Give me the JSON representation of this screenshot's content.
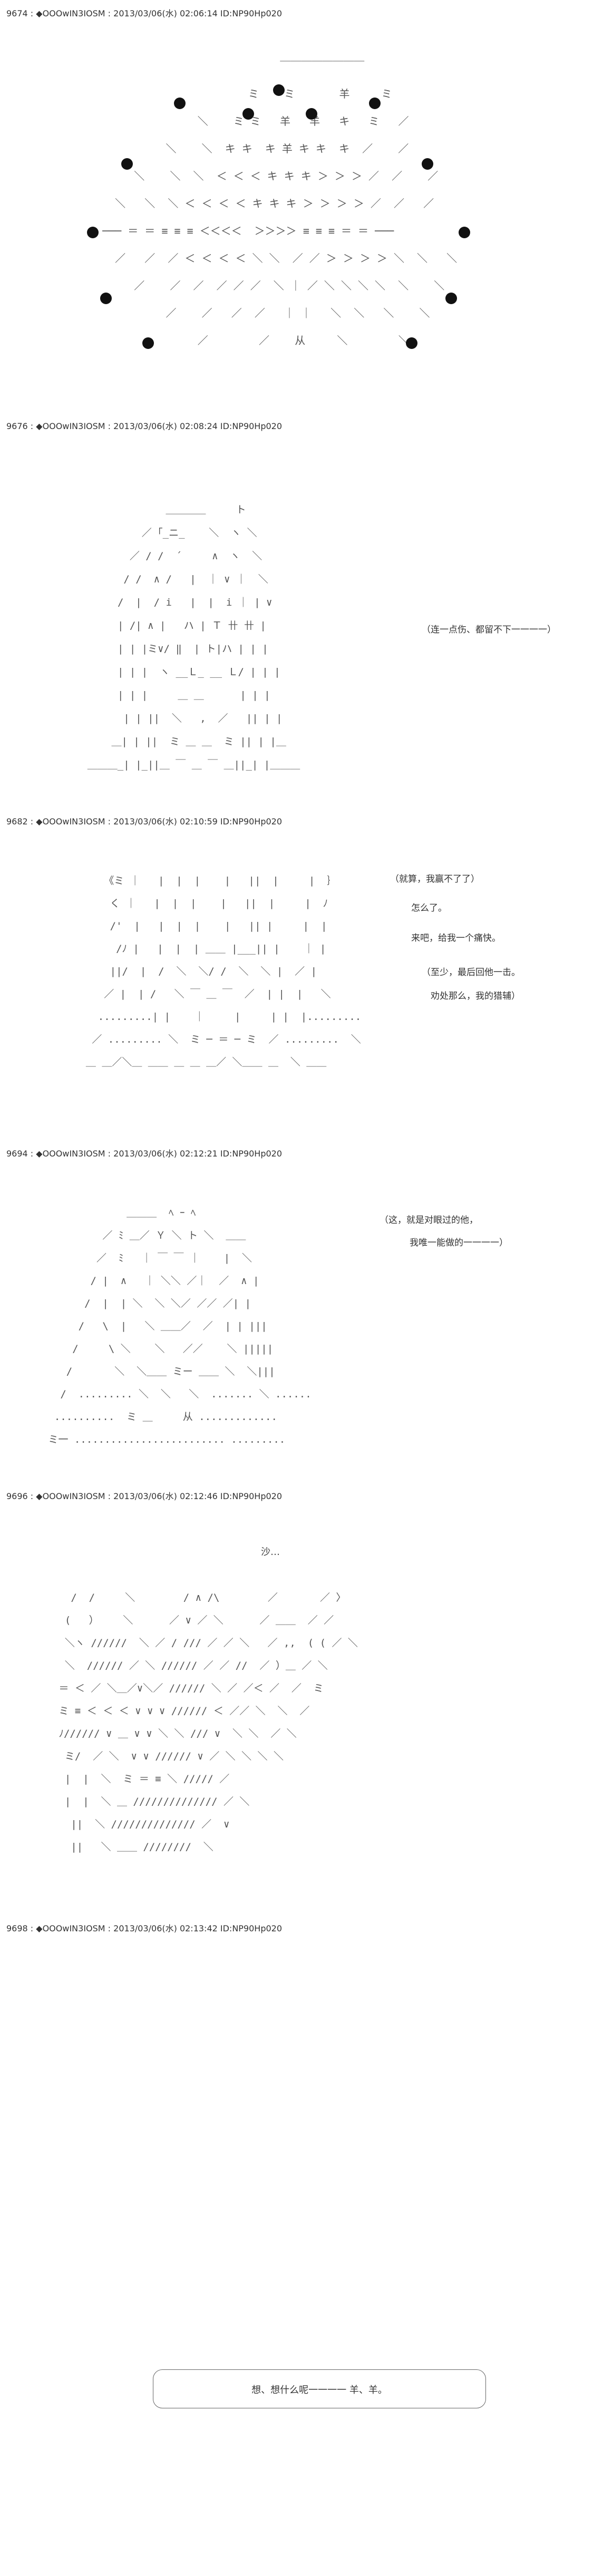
{
  "posts": [
    {
      "header": "9674 : ◆OOOwIN3IOSM : 2013/03/06(水) 02:06:14 ID:NP90Hp020",
      "art": "                              ￣￣￣￣￣￣￣￣\n                         ミ    ミ       羊     ミ\n                 ＼    ミ ミ   羊   羊   キ   ミ   ／\n            ＼    ＼  キ キ  キ 羊 キ キ  キ  ／    ／\n       ＼    ＼  ＼  ＜ ＜ ＜ キ キ キ ＞ ＞ ＞ ／  ／    ／\n    ＼   ＼  ＼ ＜ ＜ ＜ ＜ キ キ キ ＞ ＞ ＞ ＞ ／  ／   ／\n  ─── ＝ ＝ ≡ ≡ ≡ ＜＜＜＜  ＞＞＞＞ ≡ ≡ ≡ ＝ ＝ ───\n    ／   ／  ／ ＜ ＜ ＜ ＜ ＼ ＼  ／ ／ ＞ ＞ ＞ ＞ ＼  ＼   ＼\n       ／    ／  ／  ／ ／ ／  ＼ ｜ ／ ＼ ＼ ＼ ＼  ＼    ＼\n            ／    ／   ／  ／   ｜ ｜   ＼  ＼   ＼    ＼\n                 ／        ／    从     ＼        ＼",
      "captions": [],
      "sfx": ""
    },
    {
      "header": "9676 : ◆OOOwIN3IOSM : 2013/03/06(水) 02:08:24 ID:NP90Hp020",
      "art": "                 ＿＿＿＿     ト\n             ／ ｢_ニ_    ＼  ヽ ＼\n           ／ / /  ´     ∧  ヽ  ＼\n          / /  ∧ /   |  ｜ ∨ ｜  ＼\n         /  |  / i   |  |  i ｜ | ∨\n         | /| ∧ |   ハ | Ｔ 卄 卄 |\n         | | |ミ∨/ ‖  | ト|ハ | | |\n         | | |  ヽ __Ｌ_ __ Ｌ/ | | |\n         | | |     ＿ ＿      | | |\n          | | ||  ＼   ,  ／   || | |\n        ＿| | ||  ミ ＿ ＿  ミ || | |＿\n    ＿＿＿_| |_||＿ ￣ ＿ ￣ ＿||_| |＿＿＿",
      "captions": [
        "（连一点伤、都留不下一一一一）"
      ],
      "sfx": ""
    },
    {
      "header": "9682 : ◆OOOwIN3IOSM : 2013/03/06(水) 02:10:59 ID:NP90Hp020",
      "art": "     《ミ ｜   |  |  |    |   ||  |     |  ｝\n      く ｜   |  |  |    |   ||  |     |  ﾉ\n      /'  |   |  |  |    |   || |     |  |\n       /ﾉ |   |  |  | ＿＿ |___|| |    ｜ |\n      ||/  |  /  ＼  ＼/ /  ＼  ＼ |  ／ |\n     ／ |  | /   ＼ ￣ ＿ ￣  ／  | |  |   ＼\n    .........| |    ｜     |     | |  |.........\n   ／ ......... ＼  ミ ─ ＝ ─ ミ  ／ .........  ＼\n  ＿ ＿／＼＿ ＿＿ ＿ ＿ ＿／ ＼＿＿ ＿  ＼ ＿＿",
      "captions": [
        "（就算，我赢不了了）",
        "怎么了。",
        "来吧，给我一个痛快。",
        "（至少，最后回他一击。",
        "　劝处那么，我的猎辅）"
      ],
      "sfx": ""
    },
    {
      "header": "9694 : ◆OOOwIN3IOSM : 2013/03/06(水) 02:12:21 ID:NP90Hp020",
      "art": "              ＿＿＿  ﾍ ｰ ﾍ\n          ／ ﾐ ＿／ Ｙ ＼ ト ＼  ＿＿\n         ／  ﾐ   ｜ ￣ ￣ ｜    |  ＼\n        / |  ∧   ｜ ＼＼ ／｜  ／  ∧ |\n       /  |  | ＼  ＼ ＼／ ／／ ／| |\n      /   \\  |   ＼ ＿＿／  ／  | | |||\n     /     \\ ＼    ＼   ／／    ＼ |||||\n    /       ＼  ＼＿＿ ミー ＿＿ ＼  ＼|||\n   /  ......... ＼  ＼   ＼  ....... ＼ ......\n  ..........  ミ ＿     从 .............\n ミ一 ......................... .........",
      "captions": [
        "（这，就是对眼过的他，",
        "　我唯一能做的一一一一）"
      ],
      "sfx": ""
    },
    {
      "header": "9696 : ◆OOOwIN3IOSM : 2013/03/06(水) 02:12:46 ID:NP90Hp020",
      "art": "   /  /     ＼        / ∧ /\\        ／       ／ 〉\n  (   ）    ＼      ／ ∨ ／ ＼      ／ ＿＿  ／ ／\n  ＼ヽ //////  ＼ ／ / /// ／ ／ ＼   ／ ,,  ( ( ／ ＼\n  ＼  ////// ／ ＼ ////// ／ ／ //  ／ ）＿ ／ ＼\n ＝ ＜ ／ ＼＿／∨＼／ ////// ＼ ／ ／＜ ／  ／  ミ\n ミ ≡ ＜ ＜ ＜ ∨ ∨ ∨ ////// ＜ ／／ ＼  ＼  ／\n ﾉ////// ∨ ＿ ∨ ∨ ＼ ＼ /// ∨  ＼ ＼  ／ ＼\n  ミ/  ／ ＼  ∨ ∨ ////// ∨ ／ ＼ ＼ ＼ ＼\n  |  |  ＼  ミ ＝ ≡ ＼ ///// ／\n  |  |  ＼ ＿ ////////////// ／ ＼\n   ||  ＼ ////////////// ／  ∨\n   ||   ＼ ＿＿ ////////  ＼",
      "captions": [],
      "sfx": "沙…"
    }
  ],
  "final_post": {
    "header": "9698 : ◆OOOwIN3IOSM : 2013/03/06(水) 02:13:42 ID:NP90Hp020",
    "speech": "想、想什么呢一一一一 羊、羊。"
  }
}
